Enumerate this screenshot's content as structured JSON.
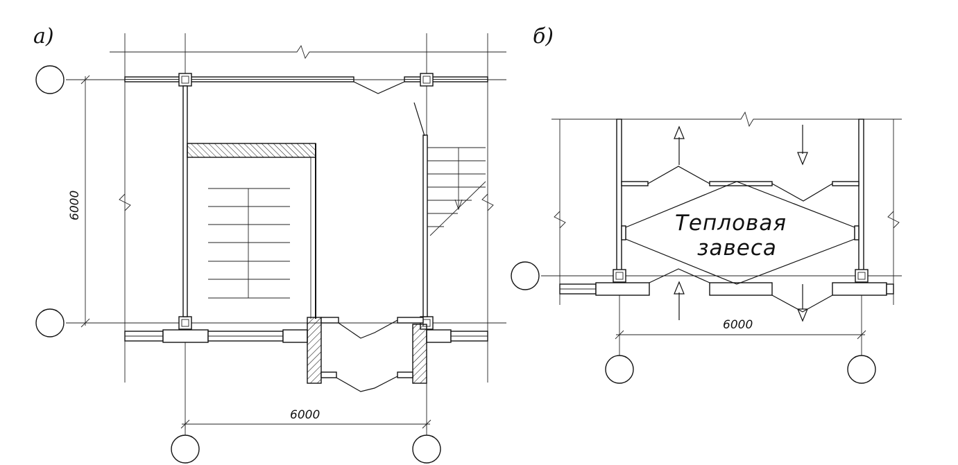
{
  "panels": {
    "a": {
      "label": "а)",
      "dim_horizontal": "6000",
      "dim_vertical": "6000"
    },
    "b": {
      "label": "б)",
      "dim_horizontal": "6000",
      "curtain_line1": "Тепловая",
      "curtain_line2": "завеса"
    }
  }
}
